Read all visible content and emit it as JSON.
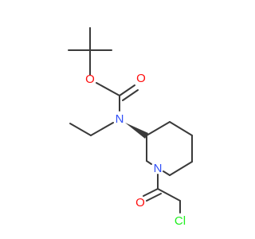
{
  "molecule": {
    "atoms": {
      "o_ester": {
        "label": "O",
        "color": "#ff0d0d"
      },
      "o_carbonyl_top": {
        "label": "O",
        "color": "#ff0d0d"
      },
      "n_carbamate": {
        "label": "N",
        "color": "#3050f8"
      },
      "n_ring": {
        "label": "N",
        "color": "#3050f8"
      },
      "o_carbonyl_bottom": {
        "label": "O",
        "color": "#ff0d0d"
      },
      "cl": {
        "label": "Cl",
        "color": "#1ff01f"
      }
    },
    "bond_color": "#3a3a3a",
    "stereo": "wedge"
  }
}
